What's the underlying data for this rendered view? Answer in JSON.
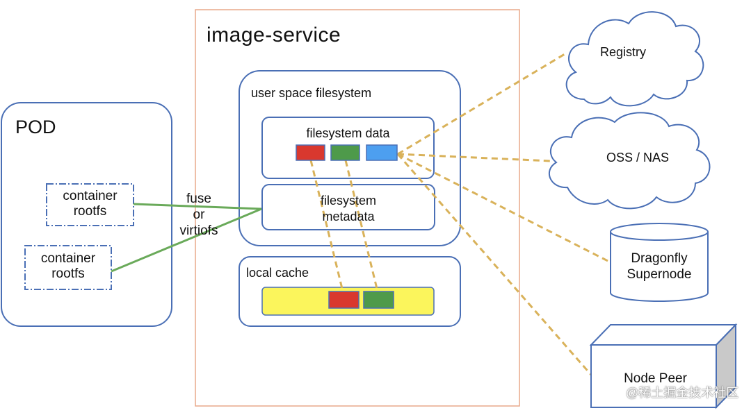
{
  "image_service": {
    "title": "image-service"
  },
  "pod": {
    "title": "POD",
    "containers": [
      {
        "line1": "container",
        "line2": "rootfs"
      },
      {
        "line1": "container",
        "line2": "rootfs"
      }
    ]
  },
  "connector": {
    "line1": "fuse",
    "line2": "or",
    "line3": "virtiofs"
  },
  "user_space_fs": {
    "title": "user space filesystem",
    "data_box": {
      "title": "filesystem data"
    },
    "metadata_box": {
      "line1": "filesystem",
      "line2": "metadata"
    }
  },
  "local_cache": {
    "title": "local cache"
  },
  "backends": {
    "registry": "Registry",
    "oss_nas": "OSS / NAS",
    "dragonfly": {
      "line1": "Dragonfly",
      "line2": "Supernode"
    },
    "node_peer": "Node Peer"
  },
  "watermark": "@稀土掘金技术社区",
  "colors": {
    "box_border": "#4a6fb5",
    "outer_border": "#e8a98a",
    "block_red": "#d9382e",
    "block_green": "#4e9a4a",
    "block_blue": "#4d9ff0",
    "cache_yellow": "#fbf55c",
    "dashed_link": "#d9b25a",
    "fuse_link": "#6aaa5a"
  }
}
